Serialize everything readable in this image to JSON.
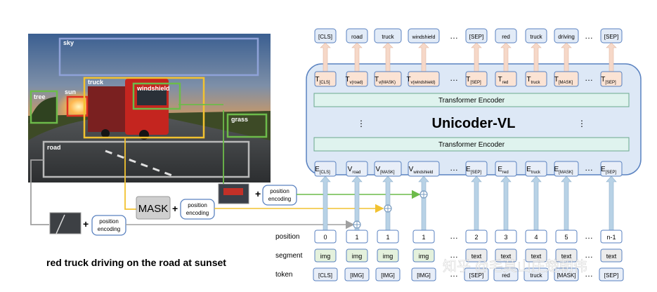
{
  "image": {
    "regions": {
      "sky": "sky",
      "tree": "tree",
      "sun": "sun",
      "truck": "truck",
      "windshield": "windshield",
      "grass": "grass",
      "road": "road"
    },
    "caption": "red truck driving on the road at sunset"
  },
  "inputs": {
    "mask_label": "MASK",
    "plus": "+",
    "pos_enc_line1": "position",
    "pos_enc_line2": "encoding"
  },
  "model": {
    "title": "Unicoder-VL",
    "encoder_top": "Transformer Encoder",
    "encoder_bottom": "Transformer Encoder",
    "dots": "…",
    "vdots": "⋮"
  },
  "outputs": [
    "[CLS]",
    "road",
    "truck",
    "windshield",
    "…",
    "[SEP]",
    "red",
    "truck",
    "driving",
    "…",
    "[SEP]"
  ],
  "t_row": [
    {
      "main": "T",
      "sub": "[CLS]"
    },
    {
      "main": "T",
      "sub": "v(road)"
    },
    {
      "main": "T",
      "sub": "v(MASK)"
    },
    {
      "main": "T",
      "sub": "v(windshield)"
    },
    {
      "main": "…",
      "sub": ""
    },
    {
      "main": "T",
      "sub": "[SEP]"
    },
    {
      "main": "T",
      "sub": "red"
    },
    {
      "main": "T",
      "sub": "truck"
    },
    {
      "main": "T",
      "sub": "[MASK]"
    },
    {
      "main": "…",
      "sub": ""
    },
    {
      "main": "T",
      "sub": "[SEP]"
    }
  ],
  "e_row": [
    {
      "main": "E",
      "sub": "[CLS]"
    },
    {
      "main": "V",
      "sub": "road"
    },
    {
      "main": "V",
      "sub": "[MASK]"
    },
    {
      "main": "V",
      "sub": "windshield"
    },
    {
      "main": "…",
      "sub": ""
    },
    {
      "main": "E",
      "sub": "[SEP]"
    },
    {
      "main": "E",
      "sub": "red"
    },
    {
      "main": "E",
      "sub": "truck"
    },
    {
      "main": "E",
      "sub": "[MASK]"
    },
    {
      "main": "…",
      "sub": ""
    },
    {
      "main": "E",
      "sub": "[SEP]"
    }
  ],
  "rows": {
    "position": {
      "label": "position",
      "values": [
        "0",
        "1",
        "1",
        "1",
        "…",
        "2",
        "3",
        "4",
        "5",
        "…",
        "n-1"
      ]
    },
    "segment": {
      "label": "segment",
      "values": [
        "img",
        "img",
        "img",
        "img",
        "…",
        "text",
        "text",
        "text",
        "text",
        "…",
        "text"
      ]
    },
    "token": {
      "label": "token",
      "values": [
        "[CLS]",
        "[IMG]",
        "[IMG]",
        "[IMG]",
        "…",
        "[SEP]",
        "red",
        "truck",
        "[MASK]",
        "…",
        "[SEP]"
      ]
    }
  },
  "watermark": "知乎 @毛莫山庄楚朝伟",
  "colors": {
    "sky_box": "#8fa2d8",
    "tree_box": "#6dbb4a",
    "sun_box": "#e03020",
    "truck_box": "#f2c230",
    "windshield_box": "#6dbb4a",
    "grass_box": "#6dbb4a",
    "road_box": "#b9b9b9",
    "model_fill": "#dde8f6",
    "model_stroke": "#5a82c0",
    "encoder_fill": "#dff3ee",
    "t_fill": "#fbe3d4",
    "out_fill": "#e2ebf7",
    "img_fill": "#e4f1dc",
    "arrow_up": "#f6d8c8",
    "arrow_in": "#b8d2e6"
  }
}
